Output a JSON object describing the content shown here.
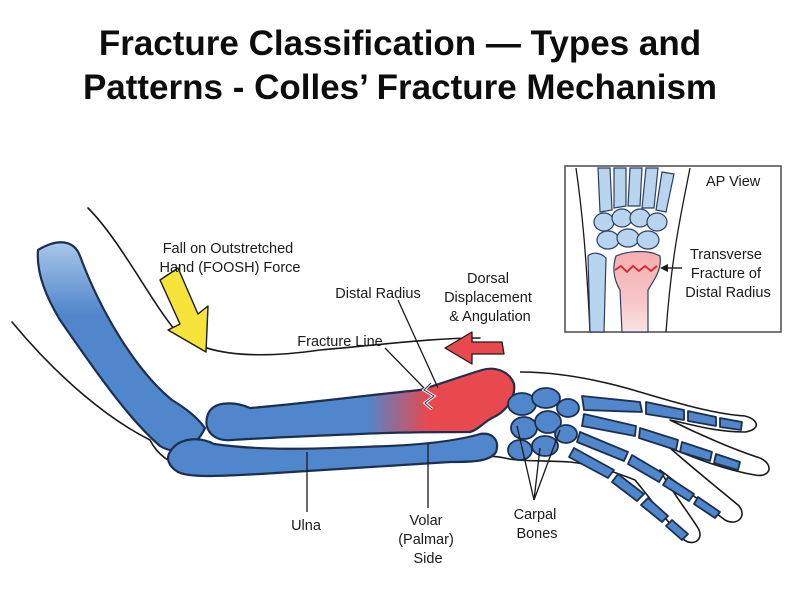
{
  "title": {
    "line1": "Fracture Classification — Types and",
    "line2": "Patterns - Colles’ Fracture Mechanism"
  },
  "labels": {
    "fall_force": [
      "Fall on Outstretched",
      "Hand (FOOSH) Force"
    ],
    "distal_radius": "Distal Radius",
    "dorsal_displacement": [
      "Dorsal",
      "Displacement",
      "& Angulation"
    ],
    "fracture_line": "Fracture Line",
    "ulna": "Ulna",
    "volar_side": [
      "Volar",
      "(Palmar)",
      "Side"
    ],
    "carpal_bones": [
      "Carpal",
      "Bones"
    ]
  },
  "inset": {
    "view_label": "AP View",
    "fracture_label": [
      "Transverse",
      "Fracture of",
      "Distal Radius"
    ]
  },
  "colors": {
    "bone_blue": "#4f86cc",
    "bone_dark": "#1d2f4f",
    "fracture_red": "#e8494f",
    "force_arrow_yellow": "#f7e43a",
    "displacement_arrow_red": "#e8494f",
    "inset_bone": "#b8d4ee"
  }
}
